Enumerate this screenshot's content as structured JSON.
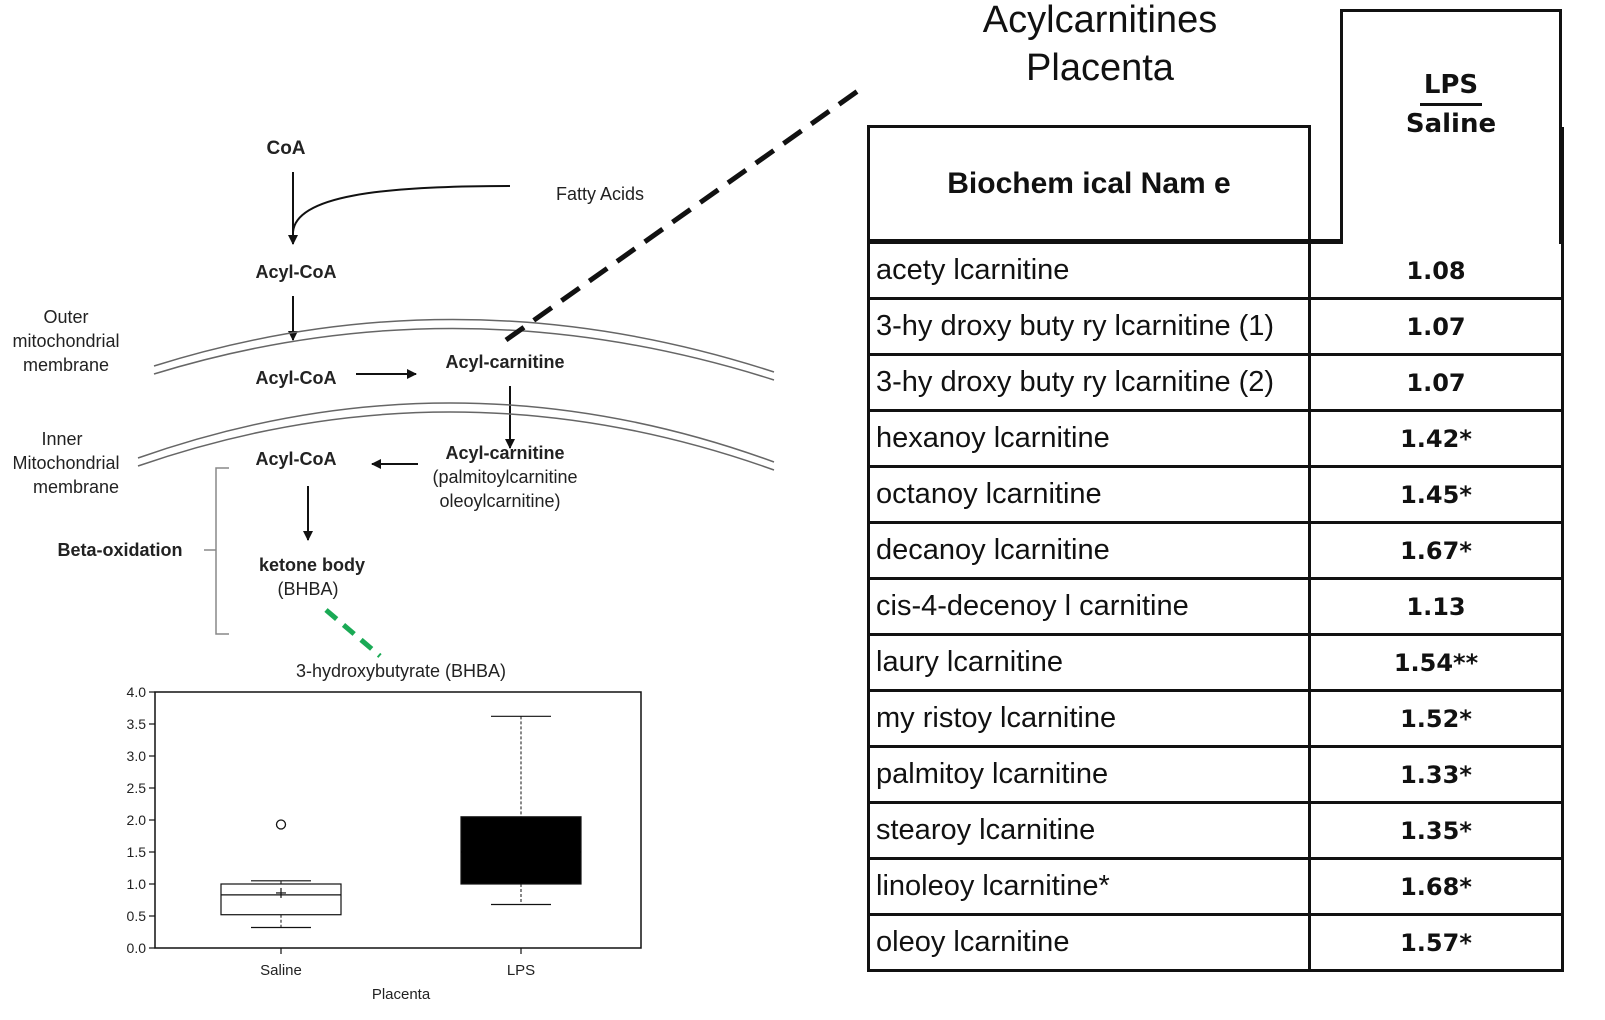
{
  "pathway": {
    "coa": "CoA",
    "fatty_acids": "Fatty Acids",
    "acyl_coa_top": "Acyl-CoA",
    "outer_membrane": [
      "Outer",
      "mitochondrial",
      "membrane"
    ],
    "acyl_coa_mid": "Acyl-CoA",
    "acyl_carnitine_mid": "Acyl-carnitine",
    "inner_membrane": [
      "Inner",
      "Mitochondrial",
      "membrane"
    ],
    "acyl_coa_low": "Acyl-CoA",
    "acyl_carnitine_low": "Acyl-carnitine",
    "acyl_carnitine_examples": [
      "(palmitoylcarnitine",
      "oleoylcarnitine)"
    ],
    "beta_oxidation": "Beta-oxidation",
    "ketone_body": "ketone body",
    "ketone_abbrev": "(BHBA)"
  },
  "colors": {
    "green_link": "#1aaa55",
    "box_lps": "#000000",
    "box_saline": "#ffffff"
  },
  "chart_data": {
    "type": "boxplot",
    "title": "3-hydroxybutyrate (BHBA)",
    "xlabel": "Placenta",
    "ylabel": "",
    "ylim": [
      0,
      4.0
    ],
    "yticks": [
      "0.0",
      "0.5",
      "1.0",
      "1.5",
      "2.0",
      "2.5",
      "3.0",
      "3.5",
      "4.0"
    ],
    "categories": [
      "Saline",
      "LPS"
    ],
    "boxes": [
      {
        "category": "Saline",
        "whisker_low": 0.32,
        "q1": 0.52,
        "median": 0.83,
        "mean": 0.86,
        "q3": 1.0,
        "whisker_high": 1.05,
        "outliers": [
          1.93
        ],
        "fill": "#ffffff"
      },
      {
        "category": "LPS",
        "whisker_low": 0.68,
        "q1": 1.0,
        "median": 1.5,
        "q3": 2.05,
        "whisker_high": 3.62,
        "outliers": [],
        "fill": "#000000"
      }
    ]
  },
  "table": {
    "title_line1": "Acylcarnitines",
    "title_line2": "Placenta",
    "header_name": "Biochem ical Nam e",
    "header_ratio_num": "LPS",
    "header_ratio_den": "Saline",
    "rows": [
      {
        "name": "acety lcarnitine",
        "value": "1.08"
      },
      {
        "name": "3-hy droxy buty ry lcarnitine (1)",
        "value": "1.07"
      },
      {
        "name": "3-hy droxy buty ry lcarnitine (2)",
        "value": "1.07"
      },
      {
        "name": "hexanoy lcarnitine",
        "value": "1.42*"
      },
      {
        "name": "octanoy lcarnitine",
        "value": "1.45*"
      },
      {
        "name": "decanoy lcarnitine",
        "value": "1.67*"
      },
      {
        "name": "cis-4-decenoy l carnitine",
        "value": "1.13"
      },
      {
        "name": "laury lcarnitine",
        "value": "1.54**"
      },
      {
        "name": "my ristoy lcarnitine",
        "value": "1.52*"
      },
      {
        "name": "palmitoy lcarnitine",
        "value": "1.33*"
      },
      {
        "name": "stearoy lcarnitine",
        "value": "1.35*"
      },
      {
        "name": "linoleoy lcarnitine*",
        "value": "1.68*"
      },
      {
        "name": "oleoy lcarnitine",
        "value": "1.57*"
      }
    ]
  }
}
